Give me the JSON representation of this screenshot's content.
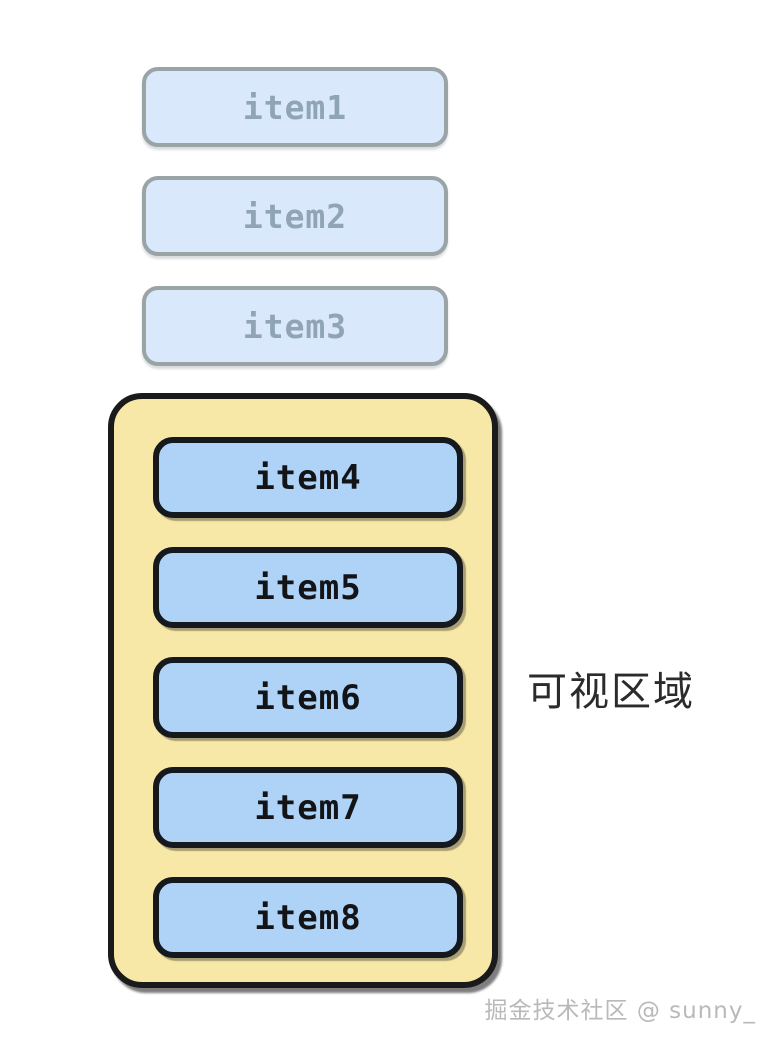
{
  "diagram": {
    "title_label": "可视区域",
    "colors": {
      "viewport_fill": "#f8e8a8",
      "viewport_border": "#1a1a1a",
      "active_item_fill": "#aed3f7",
      "active_item_border": "#15181c",
      "active_item_text": "#121417",
      "ghost_item_fill": "#d9e8fb",
      "ghost_item_border": "#9aa3a6",
      "ghost_item_text": "#8fa4b5",
      "label_text": "#2b2b2b",
      "watermark_text": "#b9b9b9",
      "background": "#ffffff"
    },
    "offscreen_items": [
      {
        "label": "item1"
      },
      {
        "label": "item2"
      },
      {
        "label": "item3"
      }
    ],
    "visible_items": [
      {
        "label": "item4"
      },
      {
        "label": "item5"
      },
      {
        "label": "item6"
      },
      {
        "label": "item7"
      },
      {
        "label": "item8"
      }
    ]
  },
  "watermark": {
    "text": "掘金技术社区 @ sunny_"
  }
}
